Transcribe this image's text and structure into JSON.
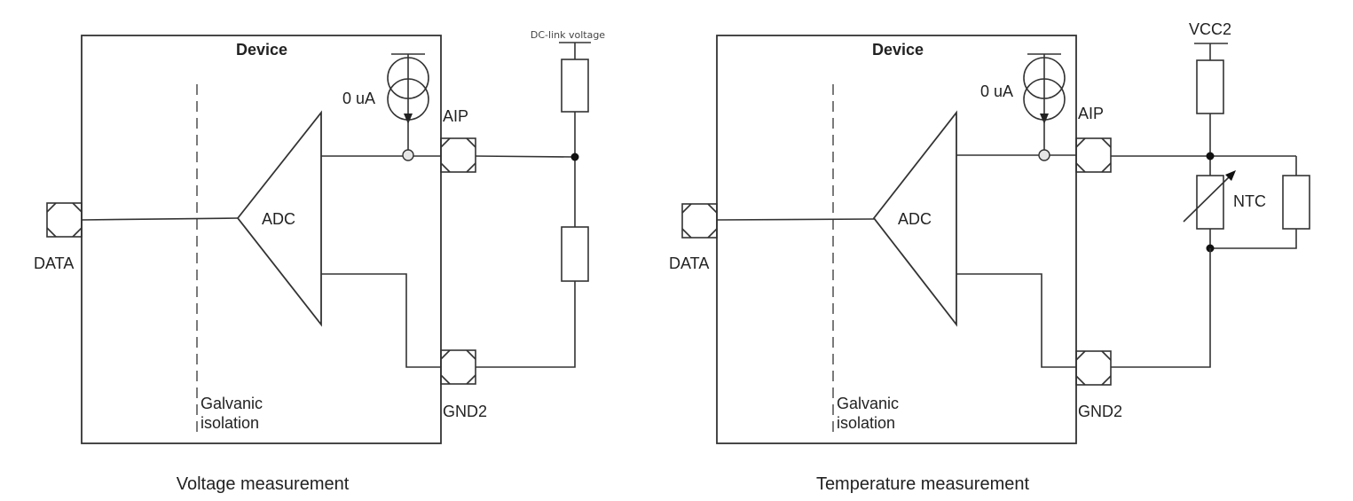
{
  "diagrams": [
    {
      "id": "voltage",
      "caption": "Voltage measurement",
      "device_label": "Device",
      "current_source_label": "0 uA",
      "adc_label": "ADC",
      "pins": {
        "data": "DATA",
        "aip": "AIP",
        "gnd2": "GND2"
      },
      "isolation_label_line1": "Galvanic",
      "isolation_label_line2": "isolation",
      "supply_label": "DC-link voltage",
      "external": "voltage-divider"
    },
    {
      "id": "temperature",
      "caption": "Temperature measurement",
      "device_label": "Device",
      "current_source_label": "0 uA",
      "adc_label": "ADC",
      "pins": {
        "data": "DATA",
        "aip": "AIP",
        "gnd2": "GND2"
      },
      "isolation_label_line1": "Galvanic",
      "isolation_label_line2": "isolation",
      "supply_label": "VCC2",
      "ntc_label": "NTC",
      "external": "ntc-with-parallel-resistor"
    }
  ],
  "colors": {
    "line": "#333333",
    "dash": "#6b6b6b",
    "text": "#222222",
    "background": "#ffffff"
  }
}
